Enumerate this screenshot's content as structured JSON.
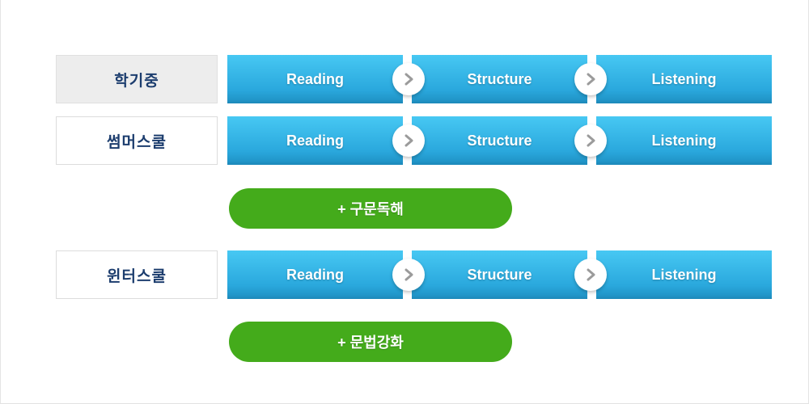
{
  "colors": {
    "bar_gradient_top": "#47c8f3",
    "bar_gradient_bottom": "#1d87b8",
    "green_button": "#44ab1b",
    "label_text_navy": "#1c3d6e",
    "label_box_gray_bg": "#ededed",
    "chevron_gray": "#9b9b9b"
  },
  "steps": {
    "labels": [
      "Reading",
      "Structure",
      "Listening"
    ]
  },
  "rows": [
    {
      "label": "학기중"
    },
    {
      "label": "썸머스쿨"
    },
    {
      "label": "윈터스쿨"
    }
  ],
  "extra_buttons": [
    {
      "label": "+ 구문독해"
    },
    {
      "label": "+ 문법강화"
    }
  ]
}
